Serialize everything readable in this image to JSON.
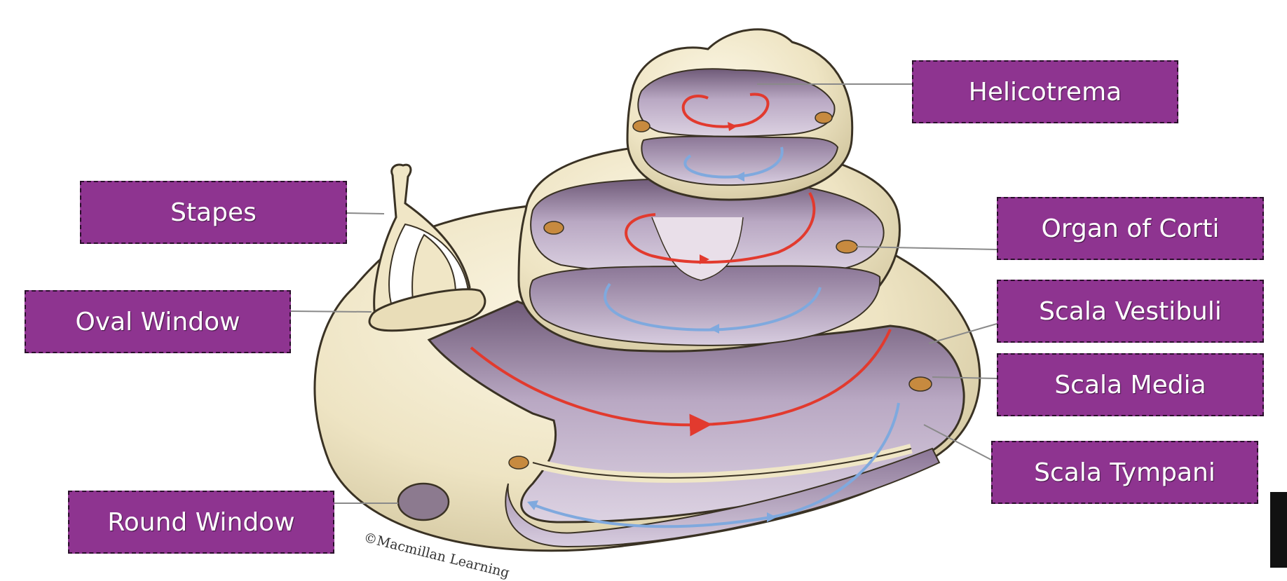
{
  "labels": {
    "helicotrema": "Helicotrema",
    "stapes": "Stapes",
    "organ_of_corti": "Organ of Corti",
    "oval_window": "Oval Window",
    "scala_vestibuli": "Scala Vestibuli",
    "scala_media": "Scala Media",
    "scala_tympani": "Scala Tympani",
    "round_window": "Round Window"
  },
  "credit": "©Macmillan Learning",
  "colors": {
    "label_fill": "#8e3490",
    "label_text": "#ffffff",
    "bone": "#efe6c6",
    "chamber": "#bcaec6",
    "vestibuli_flow": "#e23a2e",
    "tympani_flow": "#7fa9de"
  }
}
